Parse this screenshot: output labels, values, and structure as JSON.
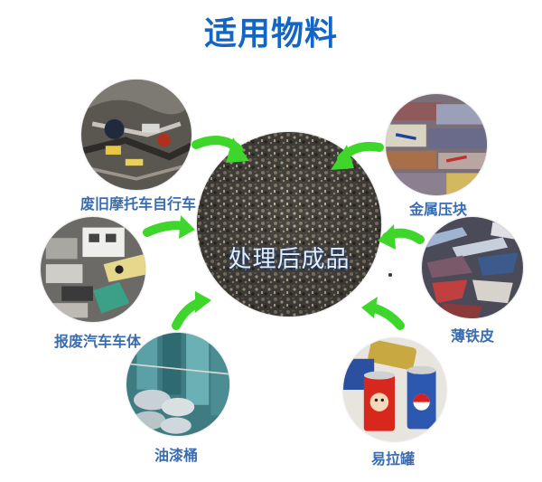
{
  "title": "适用物料",
  "center": {
    "label": "处理后成品",
    "texture": "shredded-scrap-granules"
  },
  "materials": [
    {
      "label": "废旧摩托车自行车",
      "image": "scrap-motorcycles-bicycles"
    },
    {
      "label": "金属压块",
      "image": "metal-bales"
    },
    {
      "label": "报废汽车车体",
      "image": "scrapped-car-bodies"
    },
    {
      "label": "薄铁皮",
      "image": "thin-sheet-iron"
    },
    {
      "label": "油漆桶",
      "image": "paint-buckets"
    },
    {
      "label": "易拉罐",
      "image": "aluminum-cans"
    }
  ],
  "colors": {
    "title": "#1466c6",
    "label": "#3a6cb0",
    "arrow": "#3ed62a"
  }
}
